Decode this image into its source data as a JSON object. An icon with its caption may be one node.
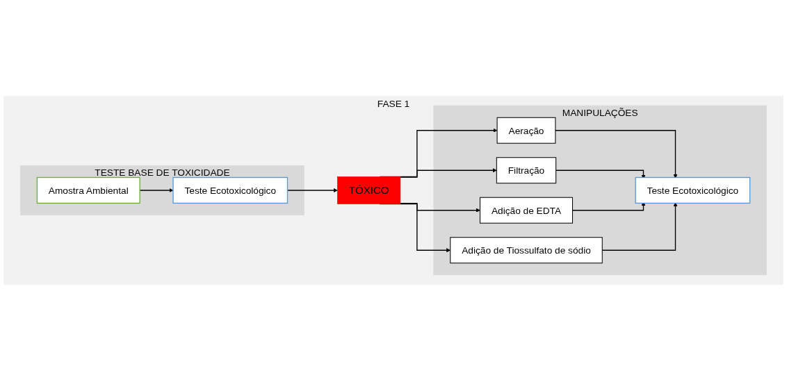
{
  "diagram": {
    "nodes": [
      {
        "text": [
          "FASE 1"
        ]
      },
      {
        "text": [
          "TESTE BASE DE TOXICIDADE"
        ],
        "in": 0
      },
      {
        "text": [
          "MANIPULAÇÕES"
        ],
        "in": 0
      },
      {
        "text": [
          "Amostra Ambiental"
        ],
        "in": 1
      },
      {
        "text": [
          "Teste Ecotoxicológico"
        ],
        "in": 1
      },
      {
        "text": [
          "TÓXICO"
        ],
        "in": 0
      },
      {
        "text": [
          "Aeração"
        ],
        "in": 2
      },
      {
        "text": [
          "Filtração"
        ],
        "in": 2
      },
      {
        "text": [
          "Adição de EDTA"
        ],
        "in": 2
      },
      {
        "text": [
          "Adição de Tiossulfato de sódio"
        ],
        "in": 2
      },
      {
        "text": [
          "Teste Ecotoxicológico"
        ],
        "in": 2
      }
    ],
    "edges": [
      {
        "from": 3,
        "to": 4,
        "arrow": "to"
      },
      {
        "from": 4,
        "to": 5,
        "arrow": "to"
      },
      {
        "from": 5,
        "to": 6,
        "arrow": "to"
      },
      {
        "from": 5,
        "to": 7,
        "arrow": "to"
      },
      {
        "from": 5,
        "to": 8,
        "arrow": "to"
      },
      {
        "from": 5,
        "to": 9,
        "arrow": "to"
      },
      {
        "from": 6,
        "to": 10,
        "arrow": "to"
      },
      {
        "from": 7,
        "to": 10,
        "arrow": "to"
      },
      {
        "from": 8,
        "to": 10,
        "arrow": "to"
      },
      {
        "from": 9,
        "to": 10,
        "arrow": "to"
      }
    ]
  }
}
